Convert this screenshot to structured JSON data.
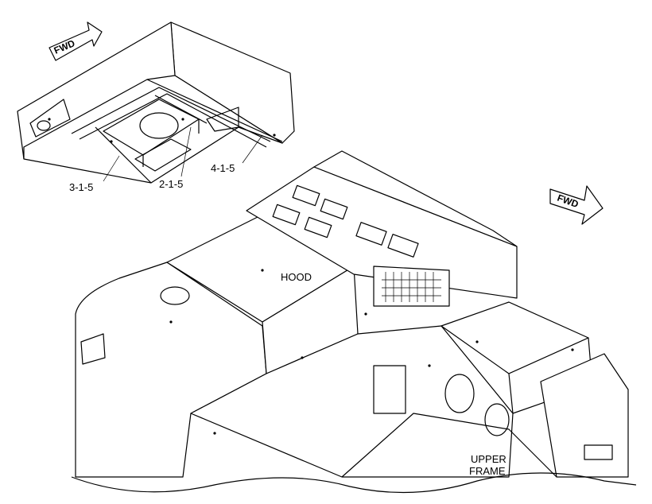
{
  "labels": {
    "fwd_top": "FWD",
    "fwd_right": "FWD",
    "part_3": "3-1-5",
    "part_2": "2-1-5",
    "part_4": "4-1-5",
    "hood": "HOOD",
    "upper_frame_line1": "UPPER",
    "upper_frame_line2": "FRAME"
  }
}
